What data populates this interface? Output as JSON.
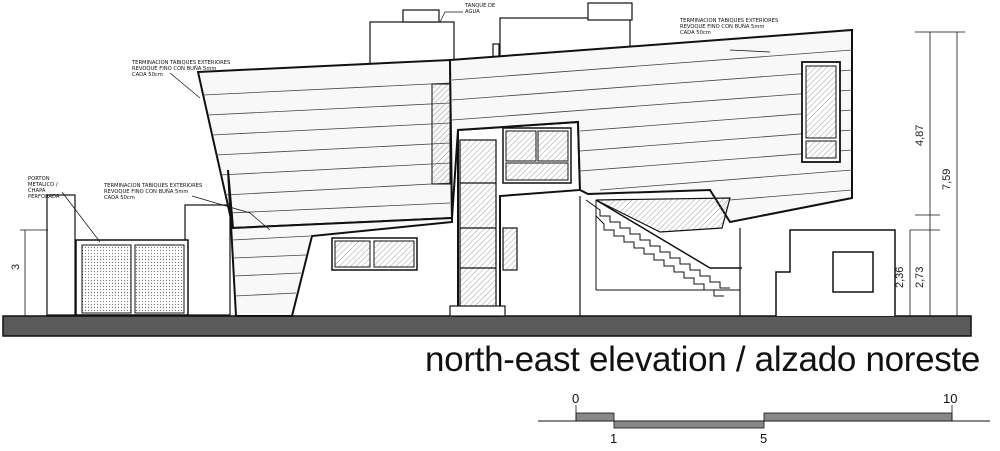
{
  "title": "north-east elevation / alzado noreste",
  "notes": {
    "water_tank": "TANQUE DE\nAGUA",
    "upper_right": "TERMINACION TABIQUES EXTERIORES\nREVOQUE FINO CON BUÑA 5mm\nCADA 50cm",
    "upper_left": "TERMINACION TABIQUES EXTERIORES\nREVOQUE FINO CON BUÑA 5mm\nCADA 50cm",
    "lower": "TERMINACION TABIQUES EXTERIORES\nREVOQUE FINO CON BUÑA 5mm\nCADA 50cm",
    "gate": "PORTON\nMETALICO /\nCHAPA\nPERFORADA"
  },
  "dimensions": {
    "gate_height": "3",
    "upper_volume": "4,87",
    "total_height": "7,59",
    "lower_a": "2,36",
    "lower_b": "2,73"
  },
  "scale_bar": {
    "labels_top": [
      "0",
      "10"
    ],
    "labels_bottom": [
      "1",
      "5"
    ]
  }
}
